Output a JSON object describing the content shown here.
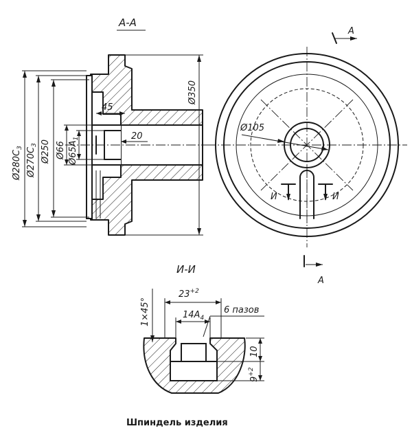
{
  "section_aa": {
    "title": "А-А",
    "dims": {
      "d280": "Ø280С",
      "d280_sub": "3",
      "d270": "Ø270С",
      "d270_sub": "3",
      "d250": "Ø250",
      "d66": "Ø66",
      "d65": "Ø65А",
      "d65_sub": "1",
      "d350": "Ø350",
      "w45": "45",
      "w20": "20"
    }
  },
  "end_view": {
    "cut_mark": "А",
    "cut_mark_bottom": "А",
    "d105": "Ø105",
    "mark_i_left": "И",
    "mark_i_right": "И"
  },
  "section_ii": {
    "title": "И-И",
    "dim_23": "23",
    "dim_23_tol": "+2",
    "dim_14": "14А",
    "dim_14_sub": "4",
    "chamfer": "1×45°",
    "slots": "6 пазов",
    "dim_10": "10",
    "dim_9": "9",
    "dim_9_tol": "+2"
  },
  "caption": "Шпиндель изделия"
}
